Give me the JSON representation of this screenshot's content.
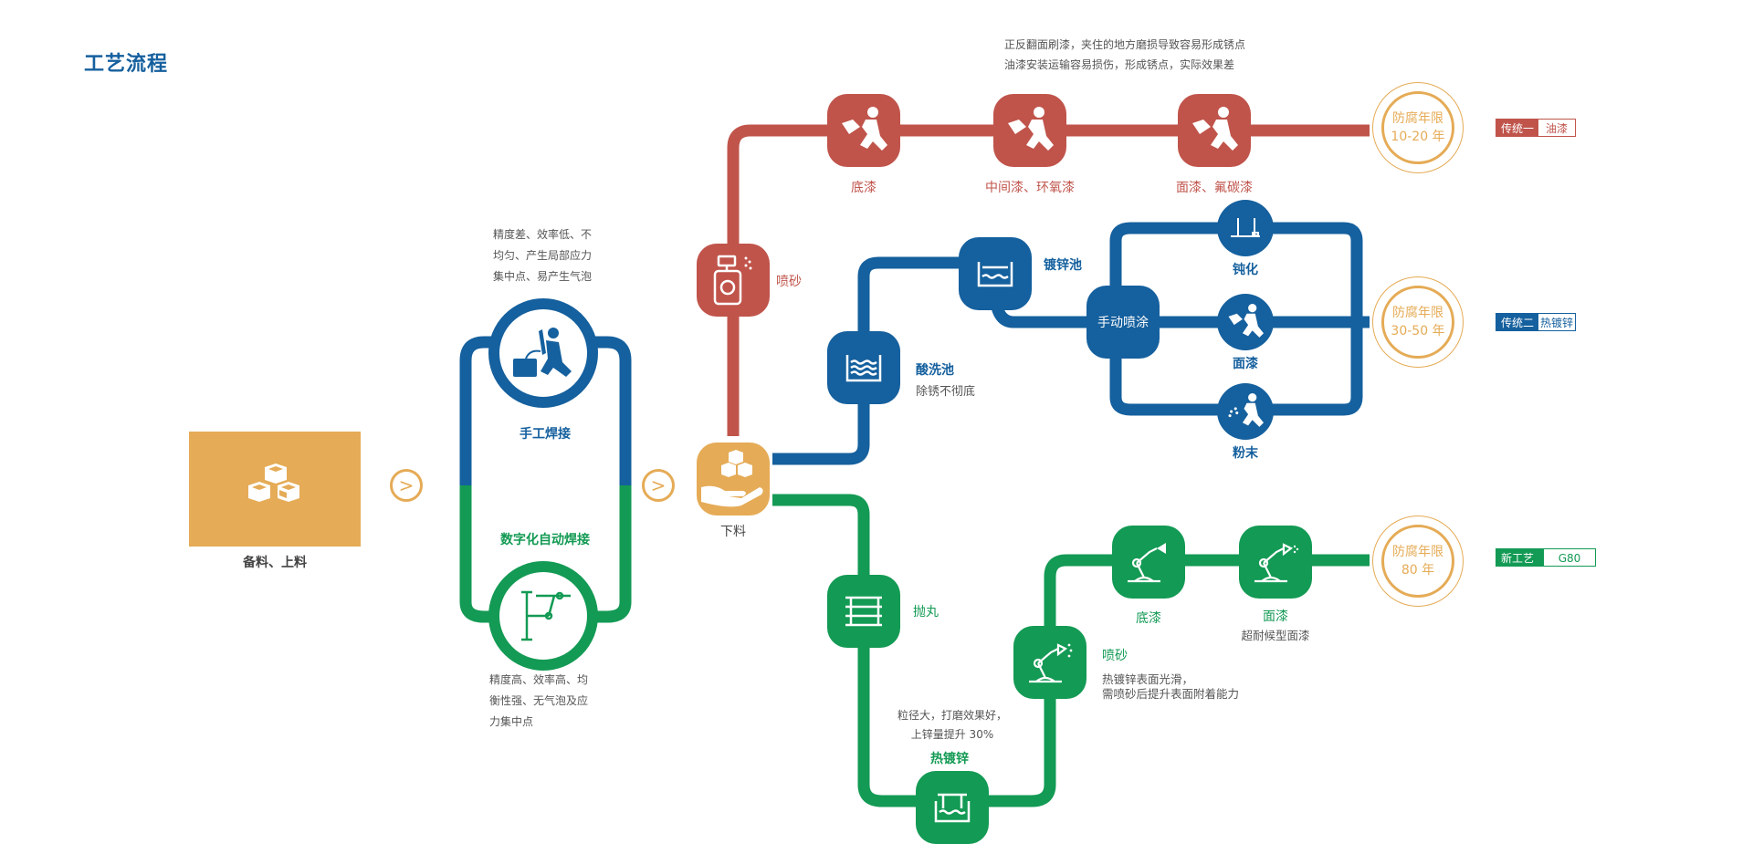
{
  "title": "工艺流程",
  "colors": {
    "red": "#c0544b",
    "blue": "#15609e",
    "green": "#139a54",
    "gold": "#e5ab56"
  },
  "start": {
    "label": "备料、上料",
    "icon": "cubes-icon"
  },
  "welding": {
    "manual": {
      "label": "手工焊接",
      "note": [
        "精度差、效率低、不",
        "均匀、产生局部应力",
        "集中点、易产生气泡"
      ],
      "icon": "welder-icon"
    },
    "auto": {
      "label": "数字化自动焊接",
      "note": [
        "精度高、效率高、均",
        "衡性强、无气泡及应",
        "力集中点"
      ],
      "icon": "robot-welder-icon"
    }
  },
  "arrows": [
    "next-arrow-icon",
    "next-arrow-icon"
  ],
  "cutting": {
    "label": "下料",
    "icon": "hand-cubes-icon"
  },
  "route_red": {
    "note": [
      "正反翻面刷漆，夹住的地方磨损导致容易形成锈点",
      "油漆安装运输容易损伤，形成锈点，实际效果差"
    ],
    "steps": [
      {
        "label": "喷砂",
        "icon": "sandblast-icon"
      },
      {
        "label": "底漆",
        "icon": "painter-icon"
      },
      {
        "label": "中间漆、环氧漆",
        "icon": "painter-icon"
      },
      {
        "label": "面漆、氟碳漆",
        "icon": "painter-icon"
      }
    ],
    "result": [
      "防腐年限",
      "10-20 年"
    ],
    "tag": {
      "key": "传统一",
      "value": "油漆"
    }
  },
  "route_blue": {
    "steps": [
      {
        "label": "酸洗池",
        "note": "除锈不彻底",
        "icon": "acid-tank-icon"
      },
      {
        "label": "镀锌池",
        "icon": "zinc-tank-icon"
      },
      {
        "label": "手动喷涂"
      }
    ],
    "branches": [
      {
        "label": "钝化",
        "icon": "passivation-icon"
      },
      {
        "label": "面漆",
        "icon": "painter-icon"
      },
      {
        "label": "粉末",
        "icon": "powder-spray-icon"
      }
    ],
    "result": [
      "防腐年限",
      "30-50 年"
    ],
    "tag": {
      "key": "传统二",
      "value": "热镀锌"
    }
  },
  "route_green": {
    "steps": [
      {
        "label": "抛丸",
        "icon": "shot-blast-icon"
      },
      {
        "label": "热镀锌",
        "note": [
          "粒径大，打磨效果好，",
          "上锌量提升 30%"
        ],
        "icon": "zinc-tank-icon"
      },
      {
        "label": "喷砂",
        "note": [
          "热镀锌表面光滑，",
          "需喷砂后提升表面附着能力"
        ],
        "icon": "robot-spray-icon"
      },
      {
        "label": "底漆",
        "icon": "robot-spray-icon"
      },
      {
        "label": "面漆",
        "note": "超耐候型面漆",
        "icon": "robot-spray-icon"
      }
    ],
    "result": [
      "防腐年限",
      "80 年"
    ],
    "tag": {
      "key": "新工艺",
      "value": "G80"
    }
  }
}
